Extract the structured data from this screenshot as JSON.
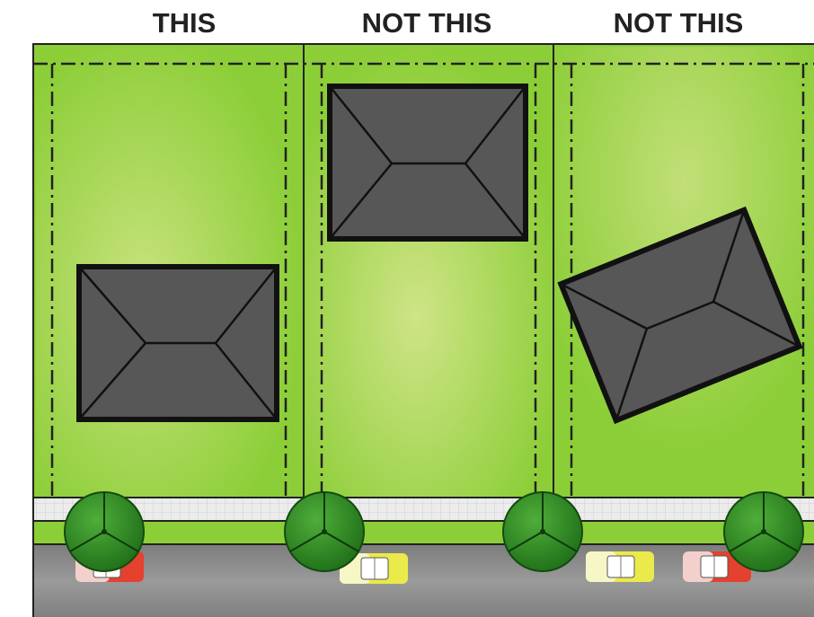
{
  "headings": {
    "col1": "THIS",
    "col2": "NOT THIS",
    "col3": "NOT THIS"
  },
  "colors": {
    "lawn": "#8fd03a",
    "lawn_highlight": "#c7e07a",
    "roof": "#555555",
    "roof_outline": "#111111",
    "sidewalk": "#e6e6e6",
    "road": "#8c8c8c",
    "tree": "#2e8a22"
  },
  "icons": [
    "house-roof",
    "tree",
    "car"
  ]
}
